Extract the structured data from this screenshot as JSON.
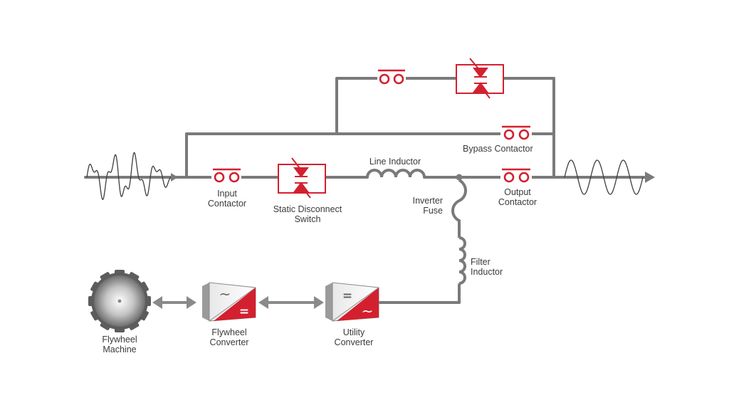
{
  "labels": {
    "bypass_contactor": "Bypass Contactor",
    "line_inductor": "Line Inductor",
    "input_contactor": [
      "Input",
      "Contactor"
    ],
    "static_disconnect_switch": [
      "Static Disconnect",
      "Switch"
    ],
    "inverter_fuse": [
      "Inverter",
      "Fuse"
    ],
    "output_contactor": [
      "Output",
      "Contactor"
    ],
    "filter_inductor": [
      "Filter",
      "Inductor"
    ],
    "flywheel_machine": [
      "Flywheel",
      "Machine"
    ],
    "flywheel_converter": [
      "Flywheel",
      "Converter"
    ],
    "utility_converter": [
      "Utility",
      "Converter"
    ]
  },
  "colors": {
    "wire": "#7a7a7a",
    "accent": "#d3202f",
    "text": "#3a3a3a"
  },
  "icons": {
    "ac_symbol": "~",
    "dc_symbol": "="
  }
}
